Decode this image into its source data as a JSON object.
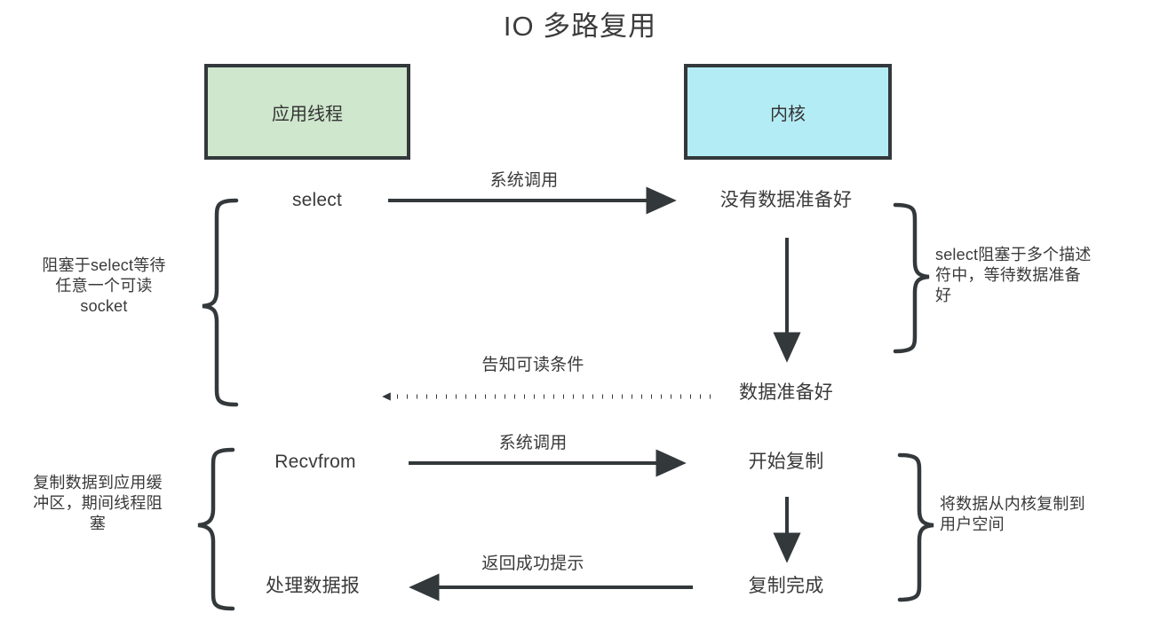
{
  "diagram": {
    "title": "IO 多路复用",
    "colors": {
      "app_box_fill": "#cfe7cd",
      "kernel_box_fill": "#b4ecf5",
      "stroke": "#33383b",
      "text": "#3a3a3a",
      "background": "#ffffff"
    },
    "nodes": {
      "app_thread": "应用线程",
      "kernel": "内核"
    },
    "left_column": {
      "select_call": "select",
      "recvfrom_call": "Recvfrom",
      "process_datagram": "处理数据报"
    },
    "right_column": {
      "no_data_ready": "没有数据准备好",
      "data_ready": "数据准备好",
      "start_copy": "开始复制",
      "copy_done": "复制完成"
    },
    "arrow_labels": {
      "syscall_select": "系统调用",
      "notify_readable": "告知可读条件",
      "syscall_recvfrom": "系统调用",
      "return_success": "返回成功提示"
    },
    "annotations": {
      "left_upper": "阻塞于select等待\n任意一个可读\nsocket",
      "right_upper": "select阻塞于多个描述\n符中，等待数据准备\n好",
      "left_lower": "复制数据到应用缓\n冲区，期间线程阻\n塞",
      "right_lower": "将数据从内核复制到\n用户空间"
    }
  }
}
